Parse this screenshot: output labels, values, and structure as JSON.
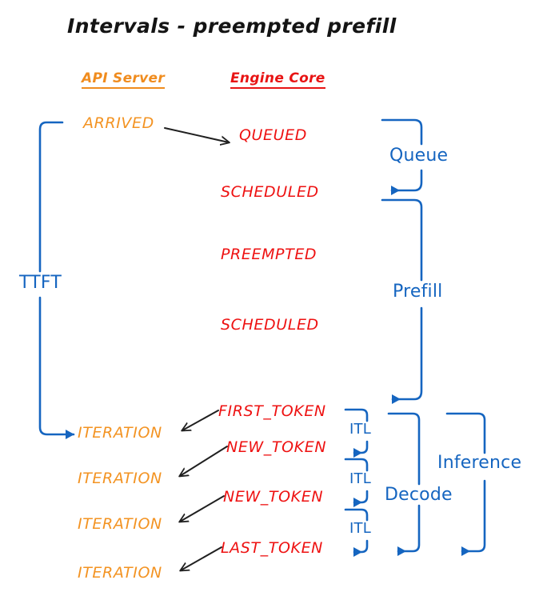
{
  "diagram": {
    "title": "Intervals - preempted prefill",
    "colors": {
      "api_server_orange": "#F39322",
      "engine_core_red": "#EE1111",
      "bracket_blue": "#1565C0",
      "arrow_black": "#202020",
      "background": "#FFFFFF"
    },
    "columns": [
      {
        "id": "api-server",
        "label": "API Server",
        "color": "#F08C1E"
      },
      {
        "id": "engine-core",
        "label": "Engine Core",
        "color": "#E81414"
      }
    ],
    "api_server_events": [
      {
        "id": "arrived",
        "label": "ARRIVED"
      },
      {
        "id": "iteration-1",
        "label": "ITERATION"
      },
      {
        "id": "iteration-2",
        "label": "ITERATION"
      },
      {
        "id": "iteration-3",
        "label": "ITERATION"
      },
      {
        "id": "iteration-4",
        "label": "ITERATION"
      }
    ],
    "engine_core_events": [
      {
        "id": "queued",
        "label": "QUEUED"
      },
      {
        "id": "scheduled-1",
        "label": "SCHEDULED"
      },
      {
        "id": "preempted",
        "label": "PREEMPTED"
      },
      {
        "id": "scheduled-2",
        "label": "SCHEDULED"
      },
      {
        "id": "first-token",
        "label": "FIRST_TOKEN"
      },
      {
        "id": "new-token-1",
        "label": "NEW_TOKEN"
      },
      {
        "id": "new-token-2",
        "label": "NEW_TOKEN"
      },
      {
        "id": "last-token",
        "label": "LAST_TOKEN"
      }
    ],
    "interval_brackets": [
      {
        "id": "ttft",
        "label": "TTFT",
        "side": "left"
      },
      {
        "id": "queue",
        "label": "Queue",
        "side": "right"
      },
      {
        "id": "prefill",
        "label": "Prefill",
        "side": "right"
      },
      {
        "id": "itl-1",
        "label": "ITL",
        "side": "right"
      },
      {
        "id": "itl-2",
        "label": "ITL",
        "side": "right"
      },
      {
        "id": "itl-3",
        "label": "ITL",
        "side": "right"
      },
      {
        "id": "decode",
        "label": "Decode",
        "side": "right"
      },
      {
        "id": "inference",
        "label": "Inference",
        "side": "right"
      }
    ]
  }
}
